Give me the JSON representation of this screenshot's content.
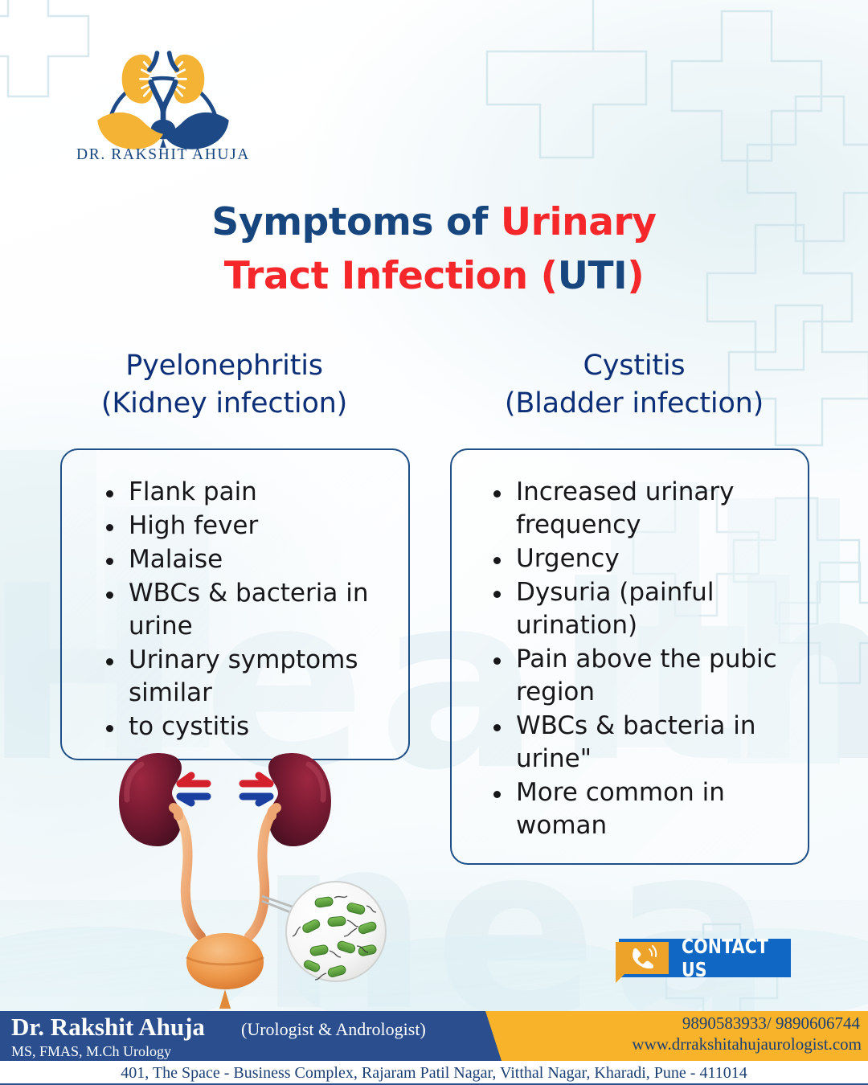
{
  "brand": {
    "logo_name": "DR. RAKSHIT AHUJA",
    "logo_icon": "kidney-in-hands-logo",
    "colors": {
      "navy": "#17457e",
      "footer_navy": "#2b4f8e",
      "red": "#f5272b",
      "yellow": "#f9b32a",
      "orange": "#eda32a",
      "blue_button": "#1068c4",
      "heading_navy": "#0d2f78",
      "card_border": "#1e4f86",
      "watermark": "#dcecf2"
    }
  },
  "title": {
    "line1_part1": "Symptoms of ",
    "line1_part2": "Urinary",
    "line2_part1": "Tract Infection ",
    "line2_paren_open": "(",
    "line2_uti": "UTI",
    "line2_paren_close": ")"
  },
  "columns": {
    "left": {
      "heading_line1": "Pyelonephritis",
      "heading_line2": "(Kidney infection)",
      "symptoms": [
        "Flank pain",
        "High fever",
        "Malaise",
        "WBCs & bacteria in urine",
        "Urinary symptoms similar",
        "to cystitis"
      ]
    },
    "right": {
      "heading_line1": "Cystitis",
      "heading_line2": "(Bladder infection)",
      "symptoms": [
        "Increased urinary frequency",
        "Urgency",
        "Dysuria (painful urination)",
        "Pain above the pubic region",
        "WBCs & bacteria in urine\"",
        "More common in woman"
      ]
    }
  },
  "illustration": {
    "name": "urinary-tract-anatomy",
    "parts": [
      "left-kidney",
      "right-kidney",
      "ureters",
      "bladder",
      "renal-artery",
      "renal-vein",
      "bacteria-magnifier"
    ],
    "bacteria_count": 10
  },
  "background": {
    "watermark_text": "Health",
    "decoration": "medical-cross-outlines"
  },
  "contact_button": {
    "label": "CONTACT US",
    "icon": "phone-icon"
  },
  "footer": {
    "doctor_name": "Dr. Rakshit Ahuja",
    "specialty": "(Urologist & Andrologist)",
    "qualifications": "MS, FMAS, M.Ch Urology",
    "phones": "9890583933/ 9890606744",
    "website": "www.drrakshitahujaurologist.com",
    "address": "401, The Space - Business Complex, Rajaram Patil Nagar, Vitthal Nagar, Kharadi, Pune - 411014"
  }
}
